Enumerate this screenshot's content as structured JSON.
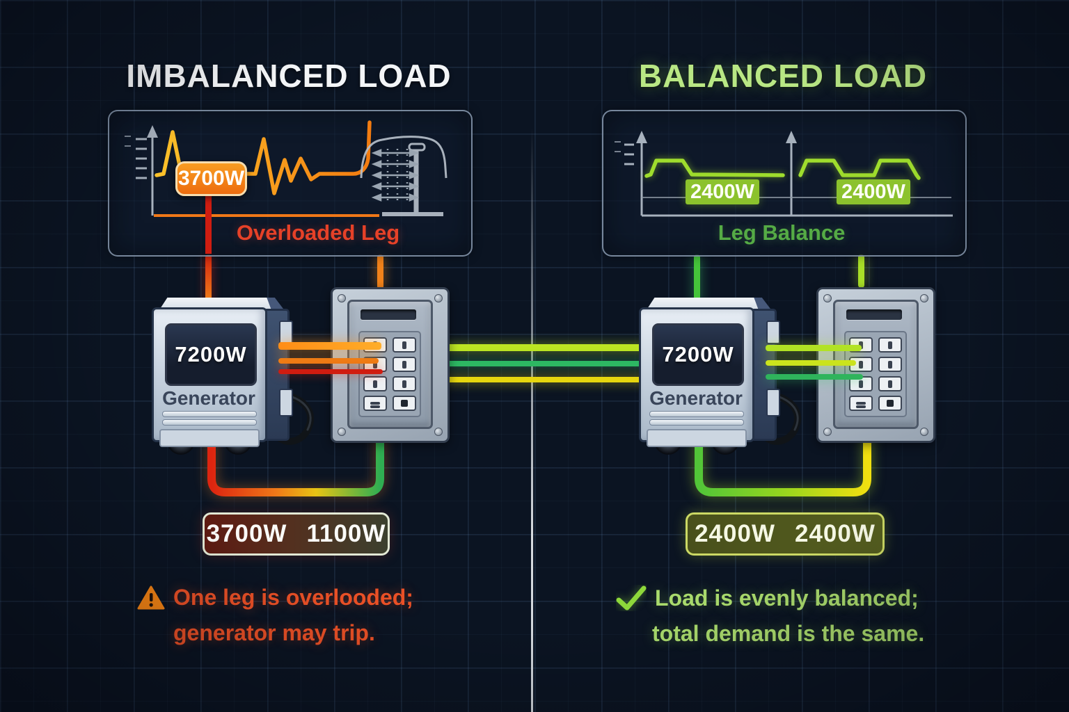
{
  "left": {
    "title": "IMBALANCED LOAD",
    "chart": {
      "peak_badge": "3700W",
      "caption": "Overloaded Leg"
    },
    "generator": {
      "wattage": "7200W",
      "label": "Generator"
    },
    "leg_loads": {
      "leg1": "3700W",
      "leg2": "1100W"
    },
    "note": {
      "line1": "One leg is overlooded;",
      "line2": "generator may trip."
    }
  },
  "right": {
    "title": "BALANCED LOAD",
    "chart": {
      "leg1_badge": "2400W",
      "leg2_badge": "2400W",
      "caption": "Leg Balance"
    },
    "generator": {
      "wattage": "7200W",
      "label": "Generator"
    },
    "leg_loads": {
      "leg1": "2400W",
      "leg2": "2400W"
    },
    "note": {
      "line1": "Load is evenly balanced;",
      "line2": "total demand is the same."
    }
  },
  "icons": {
    "left_note": "warning-triangle-icon",
    "right_note": "checkmark-icon"
  },
  "colors": {
    "background": "#0b1422",
    "grid_line": "#24405f",
    "title_light": "#f3f5f7",
    "title_green": "#b9e784",
    "alert_orange": "#ea5026",
    "alert_red": "#cf1d11",
    "wire_orange": "#ef7d15",
    "wire_lime": "#b9e522",
    "wire_green": "#2db863",
    "wire_yellow": "#e6d60f",
    "badge_orange": "#ee6f12",
    "badge_green": "#8cc22d",
    "note_green": "#a9da6c"
  },
  "chart_data": [
    {
      "type": "line",
      "title": "Overloaded Leg",
      "color": "#f27a10",
      "series": [
        {
          "name": "overloaded-leg-power",
          "peak_label": "3700W",
          "shape": "spiky-surge"
        }
      ]
    },
    {
      "type": "line",
      "title": "Leg Balance",
      "color": "#9fdd2d",
      "series": [
        {
          "name": "leg-1",
          "label": "2400W",
          "shape": "flat-pulse"
        },
        {
          "name": "leg-2",
          "label": "2400W",
          "shape": "flat-pulse"
        }
      ]
    }
  ]
}
